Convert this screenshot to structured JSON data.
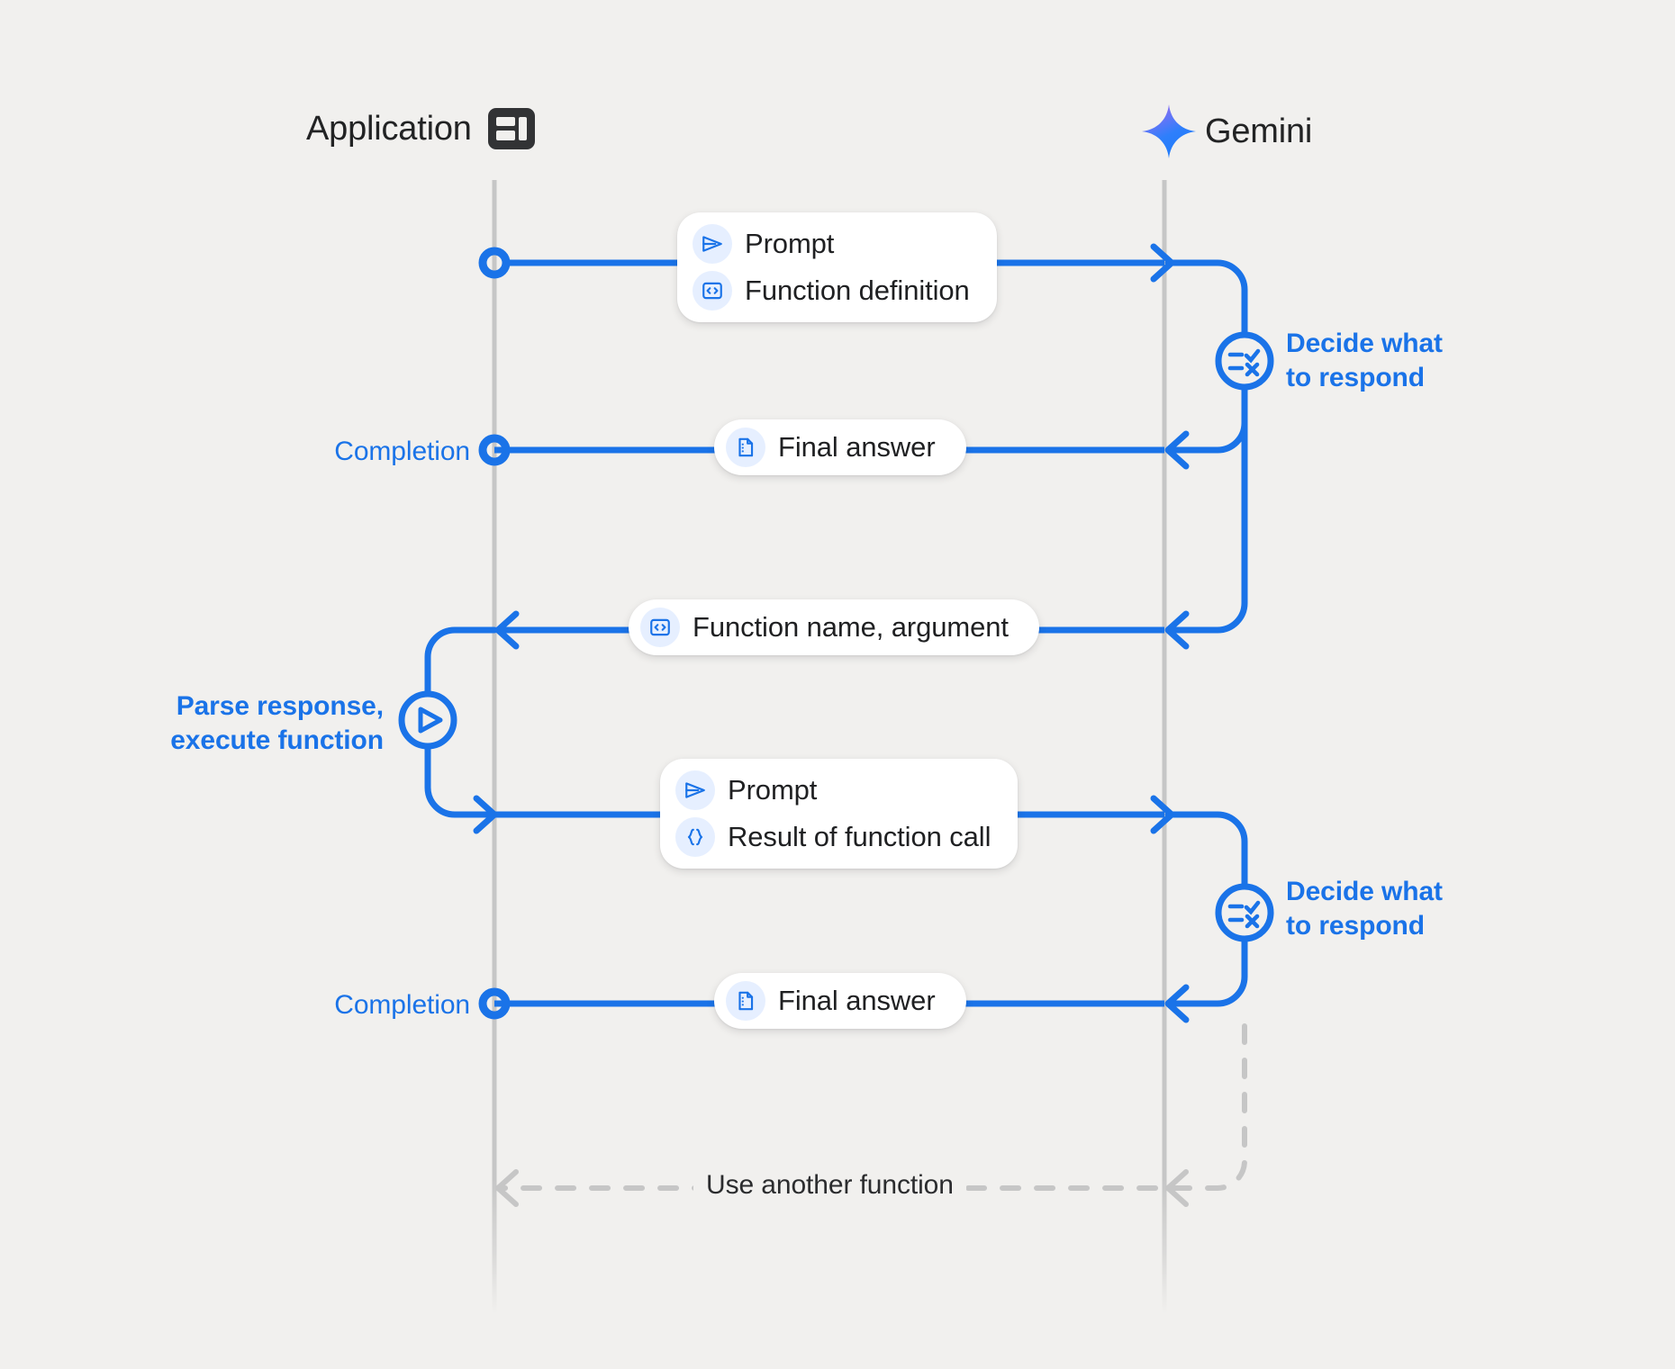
{
  "theme": {
    "background": "#f1f0ee",
    "accent_blue": "#1a73e8",
    "line_gray": "#c6c6c6",
    "text_dark": "#1f2022",
    "chip_bg": "#e6efff",
    "gemini_gradient_from": "#9b6bf2",
    "gemini_gradient_to": "#1d7bfb"
  },
  "columns": {
    "application": {
      "label": "Application",
      "icon": "application-layout-icon"
    },
    "gemini": {
      "label": "Gemini",
      "icon": "gemini-sparkle-icon"
    }
  },
  "cards": {
    "request_one": {
      "rows": [
        {
          "icon": "send-icon",
          "label": "Prompt"
        },
        {
          "icon": "code-brackets-icon",
          "label": "Function definition"
        }
      ]
    },
    "final_answer_one": {
      "rows": [
        {
          "icon": "document-icon",
          "label": "Final answer"
        }
      ]
    },
    "function_call": {
      "rows": [
        {
          "icon": "code-brackets-icon",
          "label": "Function name,  argument"
        }
      ]
    },
    "request_two": {
      "rows": [
        {
          "icon": "send-icon",
          "label": "Prompt"
        },
        {
          "icon": "curly-braces-icon",
          "label": "Result of function call"
        }
      ]
    },
    "final_answer_two": {
      "rows": [
        {
          "icon": "document-icon",
          "label": "Final answer"
        }
      ]
    }
  },
  "annotations": {
    "decide_one": {
      "label": "Decide what\nto respond",
      "icon": "decision-checklist-icon"
    },
    "decide_two": {
      "label": "Decide what\nto respond",
      "icon": "decision-checklist-icon"
    },
    "parse_execute": {
      "label": "Parse response,\nexecute function",
      "icon": "play-circle-icon"
    },
    "completion_one": {
      "label": "Completion"
    },
    "completion_two": {
      "label": "Completion"
    },
    "loop": {
      "label": "Use another function"
    }
  }
}
